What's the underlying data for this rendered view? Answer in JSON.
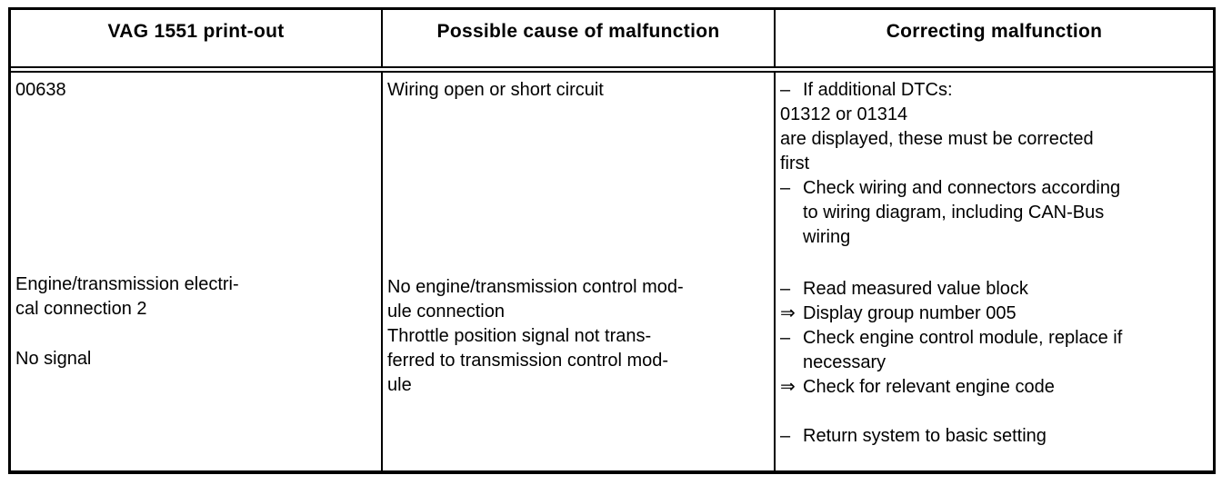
{
  "table": {
    "headers": [
      "VAG 1551 print-out",
      "Possible cause of malfunction",
      "Correcting malfunction"
    ],
    "row": {
      "printout": {
        "code": "00638",
        "desc_line1": "Engine/transmission electri-",
        "desc_line2": "cal connection 2",
        "signal": "No signal"
      },
      "cause": {
        "line1": "Wiring open or short circuit",
        "block2": [
          "No engine/transmission control mod-",
          "ule connection",
          "Throttle position signal not trans-",
          "ferred to transmission control mod-",
          "ule"
        ]
      },
      "correction": {
        "blockA": [
          {
            "m": "–",
            "t": "If additional DTCs:"
          },
          {
            "m": "",
            "t": "01312 or 01314"
          },
          {
            "m": "",
            "t": "are displayed, these must be corrected"
          },
          {
            "m": "",
            "t": "first"
          },
          {
            "m": "–",
            "t": "Check wiring and connectors according"
          },
          {
            "m": "",
            "t": "to wiring diagram, including CAN-Bus"
          },
          {
            "m": "",
            "t": "wiring"
          }
        ],
        "blockB": [
          {
            "m": "–",
            "t": "Read measured value block"
          },
          {
            "m": "⇒",
            "t": "Display group number 005"
          },
          {
            "m": "–",
            "t": "Check engine control module, replace if"
          },
          {
            "m": "",
            "t": "necessary"
          },
          {
            "m": "⇒",
            "t": "Check for relevant engine code"
          },
          {
            "m": "–",
            "t": "Return system to basic setting"
          }
        ]
      }
    }
  }
}
